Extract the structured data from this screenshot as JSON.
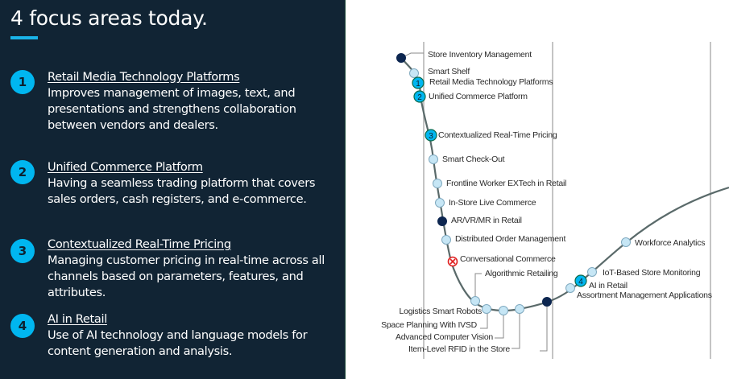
{
  "left_panel": {
    "title": "4 focus areas today.",
    "accent_color": "#1ab3e8",
    "badge_color": "#00b6f0",
    "background_color": "#112434",
    "items": [
      {
        "number": "1",
        "heading": "Retail Media Technology Platforms",
        "description": "Improves management of images, text, and presentations and strengthens collaboration between vendors and dealers."
      },
      {
        "number": "2",
        "heading": "Unified Commerce Platform",
        "description": "Having a seamless trading platform that covers sales orders, cash registers, and e-commerce."
      },
      {
        "number": "3",
        "heading": "Contextualized Real-Time Pricing",
        "description": "Managing customer pricing in real-time across all channels based on parameters, features, and attributes."
      },
      {
        "number": "4",
        "heading": "AI in Retail",
        "description": "Use of AI technology and language models for content generation and analysis."
      }
    ]
  },
  "hype_cycle": {
    "marker_colors": {
      "light": "#c6e6f5",
      "dark": "#0d2650",
      "focus": "#00b6f0",
      "obsolete": "#e02020",
      "curve": "#5a6a6a",
      "divider": "#b5b5b5"
    },
    "entries": [
      {
        "label": "Store Inventory Management",
        "marker": "dark"
      },
      {
        "label": "Smart Shelf",
        "marker": "light"
      },
      {
        "label": "Retail Media Technology Platforms",
        "marker": "focus",
        "focus_number": "1"
      },
      {
        "label": "Unified Commerce Platform",
        "marker": "focus",
        "focus_number": "2"
      },
      {
        "label": "Contextualized Real-Time Pricing",
        "marker": "focus",
        "focus_number": "3"
      },
      {
        "label": "Smart Check-Out",
        "marker": "light"
      },
      {
        "label": "Frontline Worker EXTech in Retail",
        "marker": "light"
      },
      {
        "label": "In-Store Live Commerce",
        "marker": "light"
      },
      {
        "label": "AR/VR/MR in Retail",
        "marker": "dark"
      },
      {
        "label": "Distributed Order Management",
        "marker": "light"
      },
      {
        "label": "Conversational Commerce",
        "marker": "obsolete"
      },
      {
        "label": "Algorithmic Retailing",
        "marker": "light"
      },
      {
        "label": "Logistics Smart Robots",
        "marker": "light"
      },
      {
        "label": "Space Planning With IVSD",
        "marker": "light"
      },
      {
        "label": "Advanced Computer Vision",
        "marker": "light"
      },
      {
        "label": "Item-Level RFID in the Store",
        "marker": "dark"
      },
      {
        "label": "Assortment Management Applications",
        "marker": "light"
      },
      {
        "label": "AI in Retail",
        "marker": "focus",
        "focus_number": "4"
      },
      {
        "label": "IoT-Based Store Monitoring",
        "marker": "light"
      },
      {
        "label": "Workforce Analytics",
        "marker": "light"
      }
    ]
  }
}
